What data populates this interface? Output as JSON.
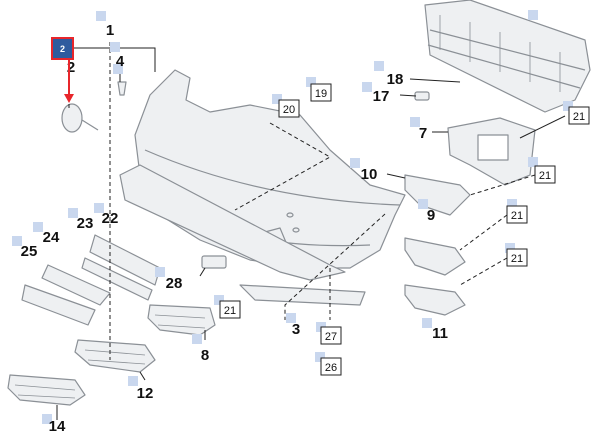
{
  "colors": {
    "accent_red": "#e8262b",
    "marker_blue": "#c9d7ee",
    "selected_blue": "#2f5b9e",
    "part_fill": "#eef0f2",
    "part_stroke": "#8b9096",
    "line": "#222222"
  },
  "selected": {
    "label": "2",
    "number": "2"
  },
  "callouts": {
    "c1": "1",
    "c4": "4",
    "c3": "3",
    "c7": "7",
    "c8": "8",
    "c9": "9",
    "c10": "10",
    "c11": "11",
    "c12": "12",
    "c14": "14",
    "c17": "17",
    "c18": "18",
    "c22": "22",
    "c23": "23",
    "c24": "24",
    "c25": "25",
    "c28": "28"
  },
  "boxes": {
    "b19": "19",
    "b20": "20",
    "b21a": "21",
    "b21b": "21",
    "b21c": "21",
    "b21d": "21",
    "b21e": "21",
    "b27": "27",
    "b26": "26"
  }
}
